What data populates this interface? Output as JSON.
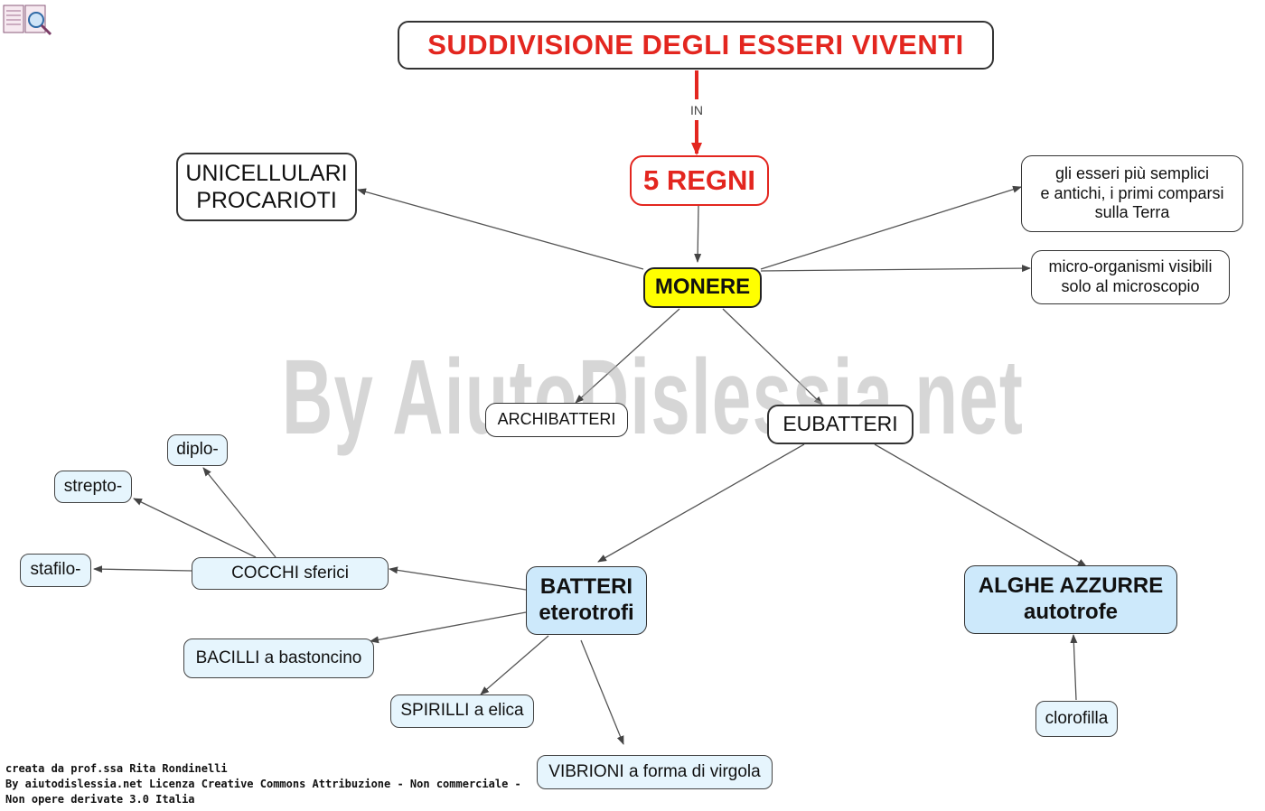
{
  "title": "SUDDIVISIONE DEGLI ESSERI VIVENTI",
  "edge_label_in": "IN",
  "nodes": {
    "regni": "5 REGNI",
    "monere": "MONERE",
    "unicellulari": "UNICELLULARI\nPROCARIOTI",
    "semplici": "gli esseri più semplici\ne antichi, i primi comparsi\nsulla Terra",
    "micro": "micro-organismi visibili\nsolo al microscopio",
    "archibatteri": "ARCHIBATTERI",
    "eubatteri": "EUBATTERI",
    "batteri": "BATTERI\neterotrofi",
    "alghe": "ALGHE AZZURRE\nautotrofe",
    "clorofilla": "clorofilla",
    "cocchi": "COCCHI sferici",
    "diplo": "diplo-",
    "strepto": "strepto-",
    "stafilo": "stafilo-",
    "bacilli": "BACILLI a bastoncino",
    "spirilli": "SPIRILLI a elica",
    "vibrioni": "VIBRIONI a forma di virgola"
  },
  "watermark": "By AiutoDislessia.net",
  "credits": [
    "creata da prof.ssa Rita Rondinelli",
    "By aiutodislessia.net Licenza Creative Commons Attribuzione - Non commerciale -",
    "Non opere derivate 3.0 Italia"
  ],
  "colors": {
    "title_red": "#e3261f",
    "monere_yellow": "#ffff00",
    "light_blue": "#e6f5fd",
    "blue": "#cde9fb",
    "edge_gray": "#555555"
  },
  "icons": {
    "logo": "book-magnifier-icon"
  }
}
